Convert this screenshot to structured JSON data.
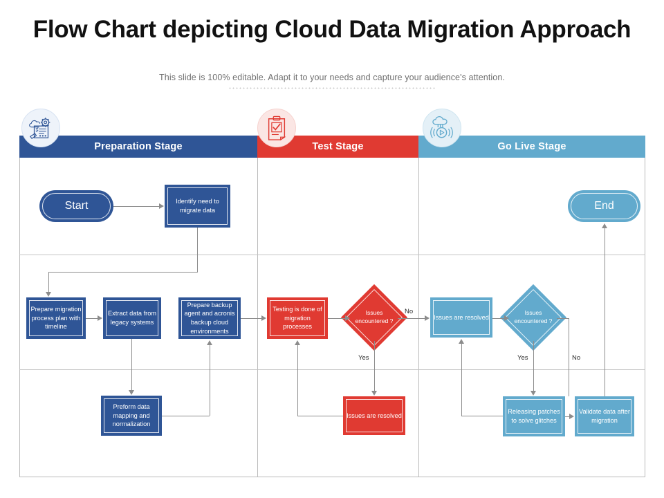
{
  "header": {
    "title": "Flow Chart depicting Cloud Data Migration Approach",
    "subtitle": "This slide is 100% editable. Adapt it to your needs and capture your audience's attention."
  },
  "colors": {
    "preparation": "#2f5596",
    "test": "#e03a32",
    "golive": "#62aacd",
    "connector": "#8c8c8c",
    "grid": "#b9b9b9"
  },
  "stages": [
    {
      "id": "preparation",
      "label": "Preparation Stage",
      "icon": "cloud-gear-checklist-icon",
      "color": "#2f5596"
    },
    {
      "id": "test",
      "label": "Test Stage",
      "icon": "clipboard-check-icon",
      "color": "#e03a32"
    },
    {
      "id": "golive",
      "label": "Go Live Stage",
      "icon": "cloud-broadcast-play-icon",
      "color": "#62aacd"
    }
  ],
  "nodes": {
    "start": "Start",
    "identify_need": "Identify need to migrate data",
    "prepare_plan": "Prepare migration process plan with timeline",
    "extract_data": "Extract data from legacy systems",
    "prepare_backup": "Prepare backup agent and acronis backup cloud environments",
    "data_mapping": "Preform data mapping and normalization",
    "testing_done": "Testing is done of migration processes",
    "test_issues_q": "Issues encountered ?",
    "test_issues_resolved": "Issues are resolved",
    "live_issues_resolved": "Issues are resolved",
    "live_issues_q": "Issues encountered ?",
    "releasing_patches": "Releasing patches to solve glitches",
    "validate_data": "Validate data after migration",
    "end": "End"
  },
  "edge_labels": {
    "test_no": "No",
    "test_yes": "Yes",
    "live_yes": "Yes",
    "live_no": "No"
  }
}
